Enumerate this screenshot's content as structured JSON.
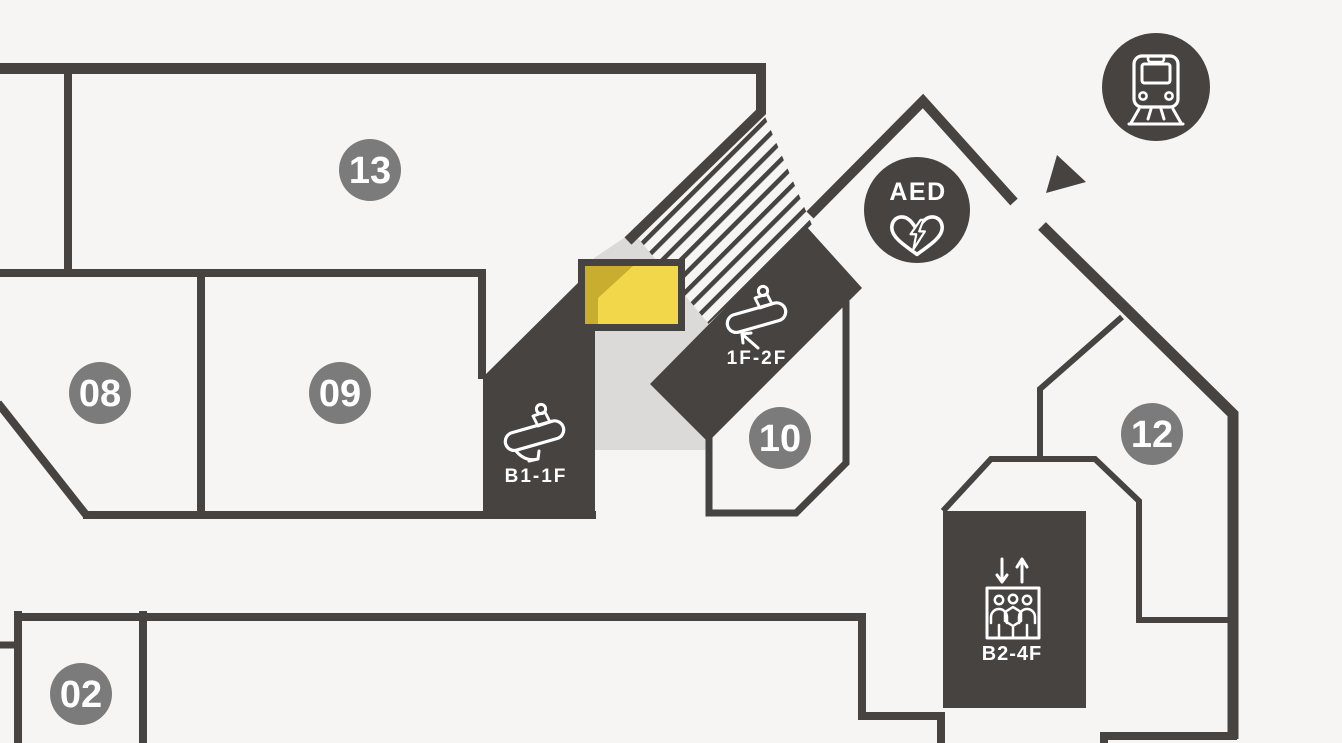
{
  "rooms": {
    "r02": "02",
    "r08": "08",
    "r09": "09",
    "r10": "10",
    "r12": "12",
    "r13": "13"
  },
  "facilities": {
    "aed_label": "AED",
    "escalator_down": {
      "label": "B1-1F"
    },
    "escalator_up": {
      "label": "1F-2F"
    },
    "elevator": {
      "label": "B2-4F"
    }
  },
  "highlight_marker": {
    "fill": "#f2d74b",
    "accent": "#c9ad2e",
    "border": "#474340"
  },
  "colors": {
    "background": "#f6f5f3",
    "wall": "#474340",
    "room_badge": "#7b7b7b",
    "landing": "#dcdad8",
    "icon": "#ffffff"
  },
  "icons": {
    "train": "train-icon",
    "aed": "aed-heart-icon",
    "escalator": "escalator-icon",
    "elevator": "elevator-icon",
    "entrance_arrow": "entrance-arrow-icon",
    "stairs": "stairs-hatch"
  }
}
